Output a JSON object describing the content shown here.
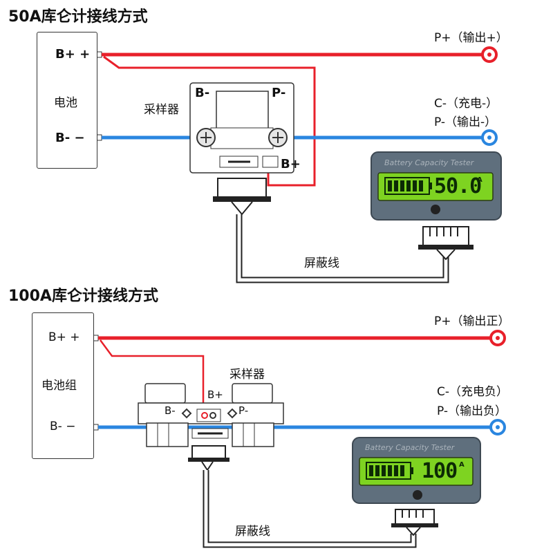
{
  "colors": {
    "red": "#e8202a",
    "blue": "#2a86e0",
    "lcd_green": "#7ed321",
    "meter_body": "#5f6f7d"
  },
  "diagram_50a": {
    "title": "50A库仑计接线方式",
    "battery_label": "电池",
    "b_plus_label": "B+ +",
    "b_minus_label": "B- −",
    "sampler_label": "采样器",
    "sampler_bminus": "B-",
    "sampler_pminus": "P-",
    "sampler_bplus": "B+",
    "p_plus_label": "P+（输出+）",
    "c_minus_label": "C-（充电-）",
    "p_minus_label": "P-（输出-）",
    "cable_label": "屏蔽线",
    "meter_brand": "Battery Capacity Tester",
    "meter_reading": "50.0",
    "meter_unit": "A"
  },
  "diagram_100a": {
    "title": "100A库仑计接线方式",
    "battery_label": "电池组",
    "b_plus_label": "B+ +",
    "b_minus_label": "B- −",
    "sampler_label": "采样器",
    "sampler_bminus": "B-",
    "sampler_pminus": "P-",
    "sampler_bplus": "B+",
    "p_plus_label": "P+（输出正）",
    "c_minus_label": "C-（充电负）",
    "p_minus_label": "P-（输出负）",
    "cable_label": "屏蔽线",
    "meter_brand": "Battery Capacity Tester",
    "meter_reading": "100",
    "meter_unit": "A"
  }
}
